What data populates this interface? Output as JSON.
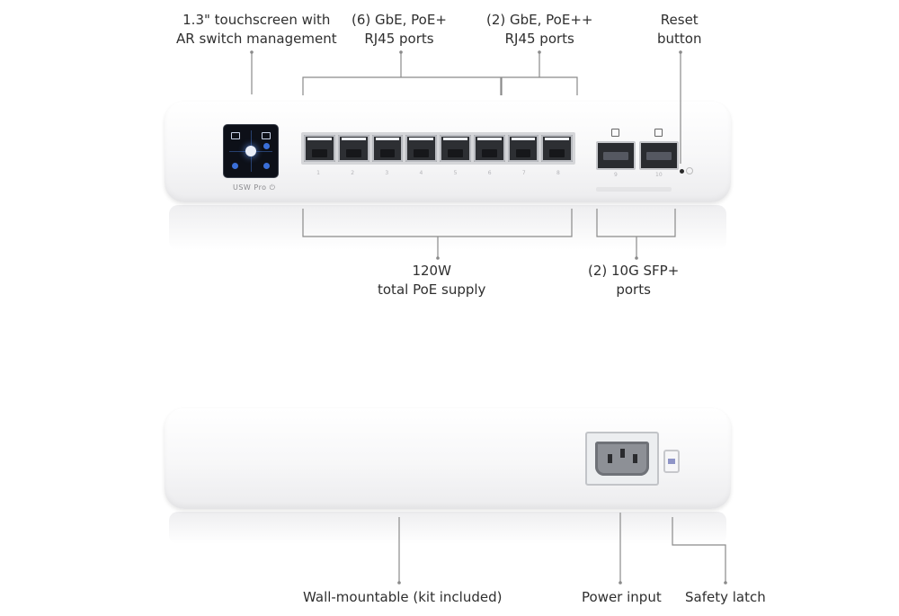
{
  "callouts": {
    "touchscreen": [
      "1.3\" touchscreen with",
      "AR switch management"
    ],
    "poe_plus": [
      "(6) GbE, PoE+",
      "RJ45 ports"
    ],
    "poe_plus_plus": [
      "(2) GbE, PoE++",
      "RJ45 ports"
    ],
    "reset": [
      "Reset",
      "button"
    ],
    "poe_supply": [
      "120W",
      "total PoE supply"
    ],
    "sfp": [
      "(2) 10G SFP+",
      "ports"
    ],
    "wall_mount": "Wall-mountable (kit included)",
    "power_input": "Power input",
    "safety_latch": "Safety latch"
  },
  "device": {
    "model_label": "USW Pro",
    "port_numbers": [
      "1",
      "2",
      "3",
      "4",
      "5",
      "6",
      "7",
      "8"
    ],
    "sfp_numbers": [
      "9",
      "10"
    ]
  },
  "colors": {
    "line": "#8a8a8a",
    "screen_accent": "#3a6fd8",
    "latch_accent": "#8e94c7"
  },
  "icons": {
    "power-icon": "power-symbol"
  }
}
